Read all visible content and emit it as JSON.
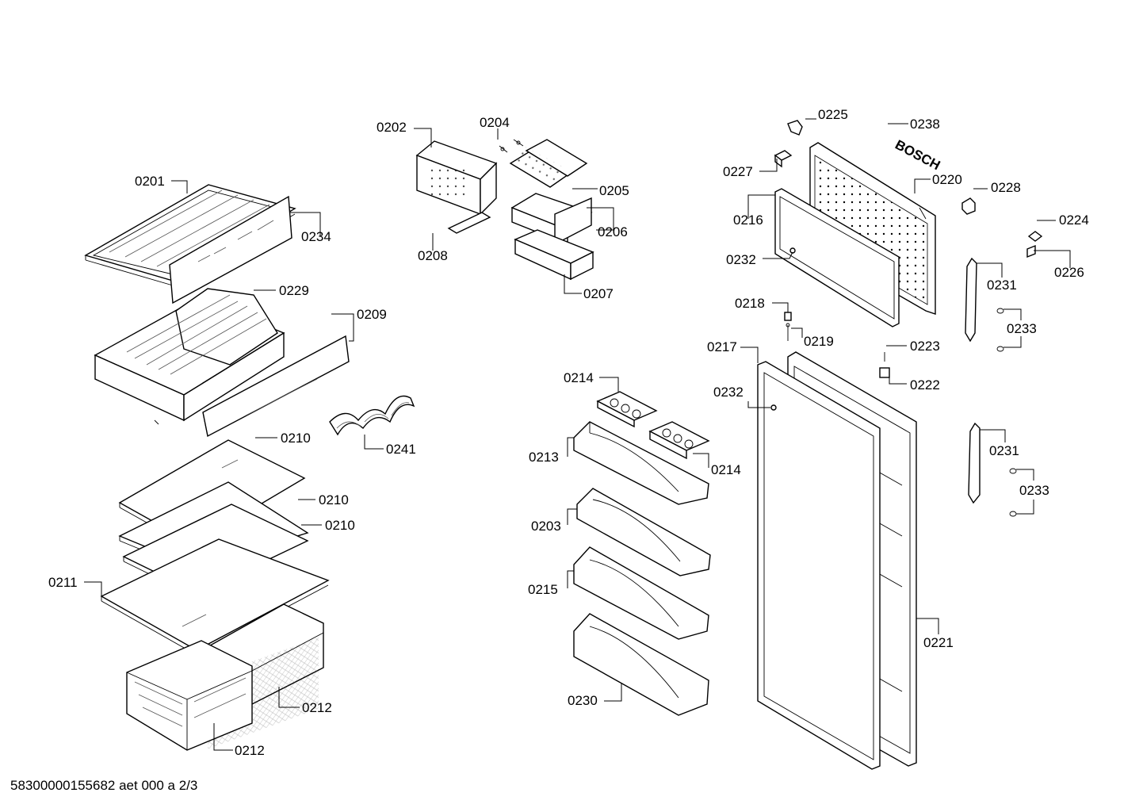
{
  "labels": {
    "p0201": "0201",
    "p0202": "0202",
    "p0203": "0203",
    "p0204": "0204",
    "p0205": "0205",
    "p0206": "0206",
    "p0207": "0207",
    "p0208": "0208",
    "p0209": "0209",
    "p0210a": "0210",
    "p0210b": "0210",
    "p0210c": "0210",
    "p0211": "0211",
    "p0212a": "0212",
    "p0212b": "0212",
    "p0213": "0213",
    "p0214a": "0214",
    "p0214b": "0214",
    "p0215": "0215",
    "p0216": "0216",
    "p0217": "0217",
    "p0218": "0218",
    "p0219": "0219",
    "p0220": "0220",
    "p0221": "0221",
    "p0222": "0222",
    "p0223": "0223",
    "p0224": "0224",
    "p0225": "0225",
    "p0226": "0226",
    "p0227": "0227",
    "p0228": "0228",
    "p0229": "0229",
    "p0230": "0230",
    "p0231a": "0231",
    "p0231b": "0231",
    "p0232a": "0232",
    "p0232b": "0232",
    "p0233a": "0233",
    "p0233b": "0233",
    "p0234": "0234",
    "p0238": "0238",
    "p0241": "0241"
  },
  "brand_mark": "BOSCH",
  "footer": "58300000155682 aet 000 a 2/3"
}
